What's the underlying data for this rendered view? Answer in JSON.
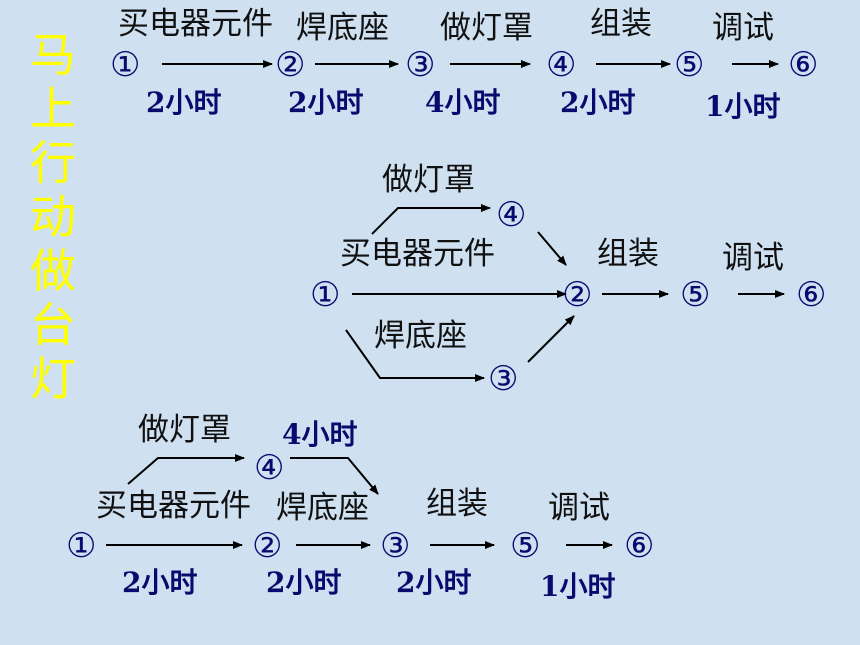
{
  "title_chars": [
    "马",
    "上",
    "行",
    "动",
    "做",
    "台",
    "灯"
  ],
  "colors": {
    "background": "#cfe0f1",
    "title": "#ffff00",
    "node": "#0a0a6e",
    "text": "#111111"
  },
  "diagram1": {
    "nodes": [
      "①",
      "②",
      "③",
      "④",
      "⑤",
      "⑥"
    ],
    "tasks": [
      "买电器元件",
      "焊底座",
      "做灯罩",
      "组装",
      "调试"
    ],
    "durations": [
      "2小时",
      "2小时",
      "4小时",
      "2小时",
      "1小时"
    ]
  },
  "diagram2": {
    "nodes": [
      "①",
      "②",
      "③",
      "④",
      "⑤",
      "⑥"
    ],
    "tasks": {
      "top": "做灯罩",
      "middle": "买电器元件",
      "bottom": "焊底座",
      "assemble": "组装",
      "debug": "调试"
    }
  },
  "diagram3": {
    "nodes": [
      "①",
      "②",
      "③",
      "④",
      "⑤",
      "⑥"
    ],
    "tasks": {
      "top": "做灯罩",
      "buy": "买电器元件",
      "weld": "焊底座",
      "assemble": "组装",
      "debug": "调试"
    },
    "durations": {
      "top": "4小时",
      "d1": "2小时",
      "d2": "2小时",
      "d3": "2小时",
      "d4": "1小时"
    }
  }
}
